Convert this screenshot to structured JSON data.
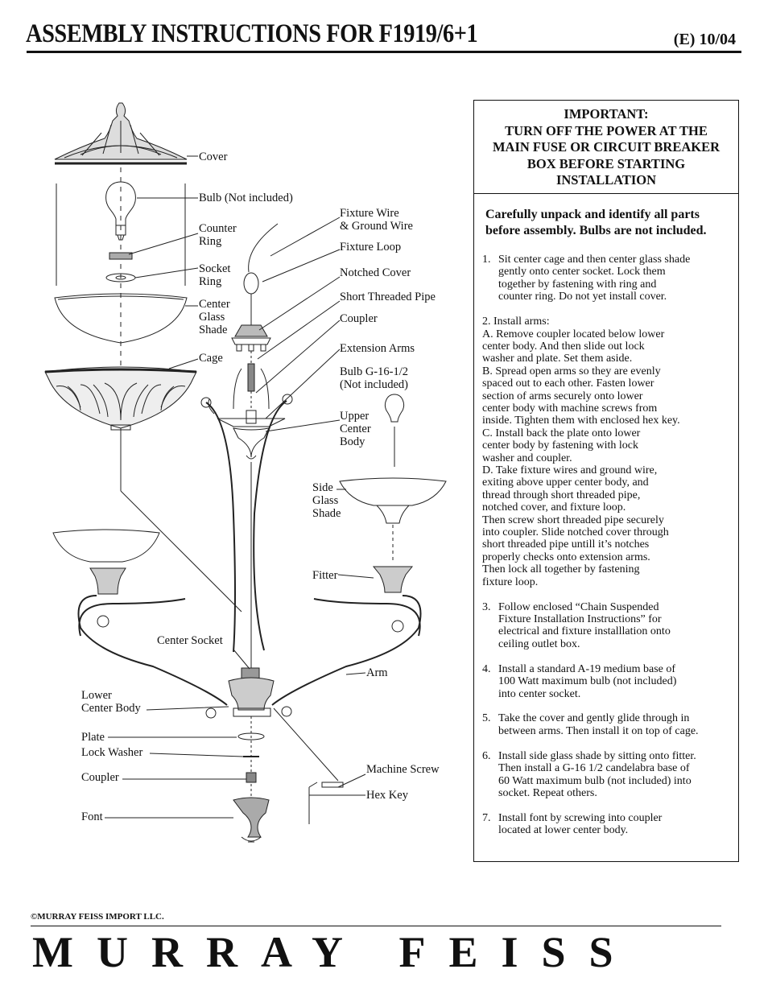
{
  "header": {
    "title": "ASSEMBLY INSTRUCTIONS FOR F1919/6+1",
    "code": "(E)  10/04"
  },
  "labels": {
    "cover": "Cover",
    "bulb": "Bulb (Not included)",
    "counter_ring": "Counter\nRing",
    "socket_ring": "Socket\nRing",
    "center_glass_shade": "Center\nGlass\nShade",
    "cage": "Cage",
    "fixture_wire": "Fixture Wire\n& Ground Wire",
    "fixture_loop": "Fixture Loop",
    "notched_cover": "Notched Cover",
    "short_threaded_pipe": "Short Threaded Pipe",
    "coupler_top": "Coupler",
    "extension_arms": "Extension Arms",
    "bulb_g16": "Bulb G-16-1/2\n(Not included)",
    "upper_center_body": "Upper\nCenter\nBody",
    "side_glass_shade": "Side\nGlass\nShade",
    "fitter": "Fitter",
    "center_socket": "Center Socket",
    "arm": "Arm",
    "lower_center_body": "Lower\nCenter Body",
    "plate": "Plate",
    "lock_washer": "Lock Washer",
    "coupler_bottom": "Coupler",
    "machine_screw": "Machine Screw",
    "hex_key": "Hex Key",
    "font": "Font"
  },
  "instructions": {
    "important": "IMPORTANT:\nTURN OFF THE POWER AT THE\nMAIN FUSE OR CIRCUIT BREAKER\nBOX BEFORE STARTING\nINSTALLATION",
    "intro": "Carefully unpack and identify all parts before assembly. Bulbs are not included.",
    "step1": "Sit center cage and then center glass shade\ngently onto center socket.  Lock them\ntogether by fastening with ring and\ncounter ring.  Do not yet install cover.",
    "step2": "2. Install arms:\n    A.  Remove coupler located below lower\n      center body. And then slide out lock\n      washer and plate. Set them aside.\n    B.  Spread open arms so they are evenly\n      spaced out to each other. Fasten lower\n      section of arms securely onto lower\n      center body with machine screws from\n      inside. Tighten them with enclosed hex key.\n    C.  Install back the plate onto lower\n      center body by fastening with lock\n      washer and coupler.\n    D.  Take fixture wires and ground wire,\n      exiting above upper center body, and\n      thread through short threaded pipe,\n      notched cover, and fixture loop.\n      Then screw short threaded pipe securely\n      into coupler. Slide notched cover through\n      short threaded pipe untill it’s notches\n      properly checks onto extension arms.\n      Then lock all together by fastening\n      fixture loop.",
    "step3": "Follow enclosed “Chain Suspended\nFixture Installation Instructions” for\nelectrical and fixture installlation onto\nceiling outlet box.",
    "step4": "Install a standard A-19 medium base of\n100 Watt maximum bulb (not included)\ninto center socket.",
    "step5": "Take the cover and gently glide through in\nbetween arms. Then install it on top of cage.",
    "step6": "Install side glass shade by sitting onto fitter.\nThen install a G-16 1/2 candelabra base of\n60 Watt maximum bulb (not included) into\nsocket.  Repeat others.",
    "step7": "Install font by screwing into coupler\nlocated at lower center body.",
    "numbers": [
      "1.",
      "3.",
      "4.",
      "5.",
      "6.",
      "7."
    ]
  },
  "footer": {
    "copyright": "©MURRAY FEISS IMPORT LLC.",
    "brand": "MURRAY FEISS"
  }
}
